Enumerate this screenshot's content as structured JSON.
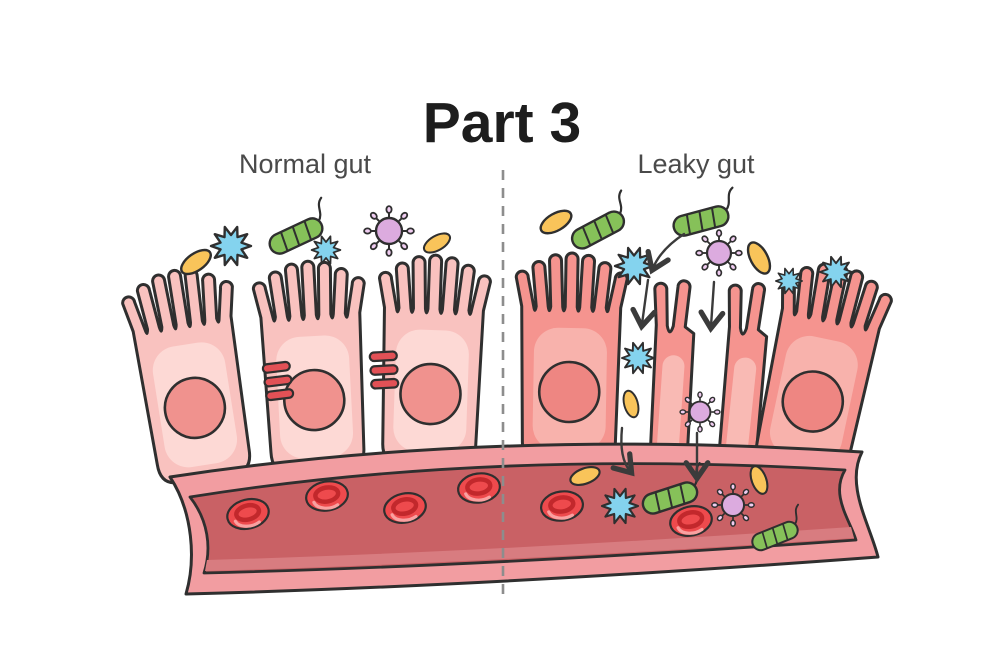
{
  "title": "Part 3",
  "sections": {
    "left_label": "Normal gut",
    "right_label": "Leaky gut"
  },
  "colors": {
    "title_color": "#1d1d1d",
    "label_color": "#4a4a4a",
    "outline": "#2f2f2f",
    "divider": "#8d8d8d",
    "arrow": "#3b3b3b",
    "cell_normal_body": "#f9c2bf",
    "cell_normal_inner": "#fdd9d5",
    "cell_nucleus": "#f0928e",
    "cell_leaky_body": "#f5948f",
    "cell_leaky_inner": "#f8b2ac",
    "cell_leaky_nucleus": "#ee8682",
    "damaged_body": "#f5948f",
    "damaged_inner": "#f9bab4",
    "junction": "#e25156",
    "vessel_wall": "#f29da1",
    "vessel_lumen": "#c96165",
    "vessel_lumen_light": "#d87c80",
    "rbc_body": "#ee4a4d",
    "rbc_ring": "#c2282c",
    "rbc_highlight": "#f9a1a1",
    "microbe_star": "#84d3ee",
    "microbe_bacterium": "#86c159",
    "microbe_oval": "#f9c45a",
    "virus_body": "#dcabdf",
    "virus_knob": "#f0cdf1"
  }
}
